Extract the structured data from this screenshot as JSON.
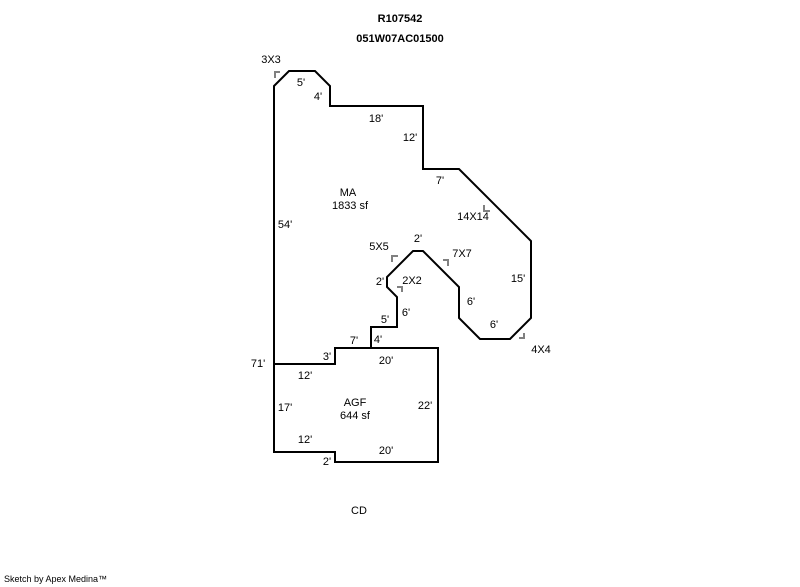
{
  "header": {
    "account": "R107542",
    "map_number": "051W07AC01500"
  },
  "areas": [
    {
      "code": "MA",
      "area": "1833 sf"
    },
    {
      "code": "AGF",
      "area": "644 sf"
    }
  ],
  "other_label": "CD",
  "corner_labels": [
    "3X3",
    "14X14",
    "5X5",
    "7X7",
    "2X2",
    "4X4"
  ],
  "dimensions": [
    "5'",
    "4'",
    "18'",
    "12'",
    "7'",
    "54'",
    "2'",
    "15'",
    "6'",
    "6'",
    "2'",
    "6'",
    "5'",
    "7'",
    "4'",
    "3'",
    "71'",
    "20'",
    "12'",
    "17'",
    "22'",
    "12'",
    "20'",
    "2'"
  ],
  "footer": {
    "credit": "Sketch by Apex Medina™"
  },
  "colors": {
    "line": "#000000",
    "marker": "#808080"
  }
}
